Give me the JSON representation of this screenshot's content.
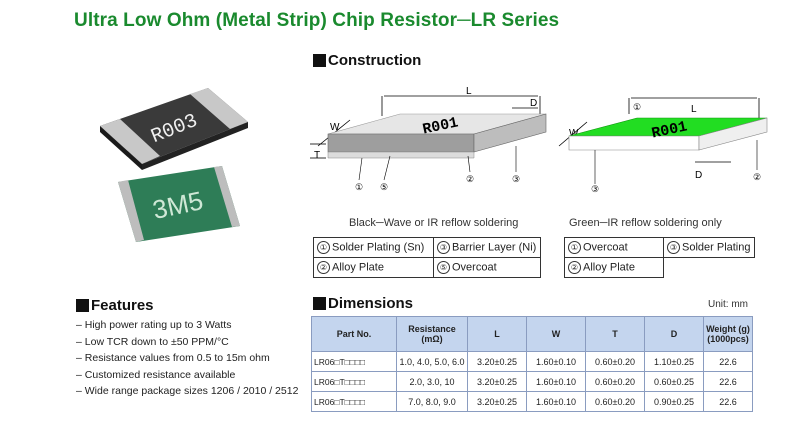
{
  "title": "Ultra Low Ohm (Metal Strip) Chip Resistor─LR Series",
  "construction": {
    "heading": "Construction",
    "diagram_labels": {
      "L": "L",
      "D": "D",
      "W": "W",
      "T": "T"
    },
    "black_caption": "Black─Wave or IR reflow soldering",
    "green_caption": "Green─IR reflow soldering only",
    "black_marking": "R001",
    "green_marking": "R001",
    "black_legend": [
      {
        "num": "①",
        "label": "Solder Plating (Sn)"
      },
      {
        "num": "③",
        "label": "Barrier Layer (Ni)"
      },
      {
        "num": "②",
        "label": "Alloy Plate"
      },
      {
        "num": "⑤",
        "label": "Overcoat"
      }
    ],
    "green_legend": [
      {
        "num": "①",
        "label": "Overcoat"
      },
      {
        "num": "③",
        "label": "Solder Plating"
      },
      {
        "num": "②",
        "label": "Alloy Plate"
      }
    ]
  },
  "photos": {
    "black_marking": "R003",
    "green_marking": "3M5"
  },
  "features": {
    "heading": "Features",
    "items": [
      "High power rating up to 3 Watts",
      "Low TCR down to ±50 PPM/°C",
      "Resistance values from 0.5 to 15m ohm",
      "Customized resistance available",
      "Wide range package sizes 1206 / 2010 / 2512"
    ]
  },
  "dimensions": {
    "heading": "Dimensions",
    "unit": "Unit: mm",
    "headers": [
      "Part No.",
      "Resistance (mΩ)",
      "L",
      "W",
      "T",
      "D",
      "Weight (g) (1000pcs)"
    ],
    "rows": [
      [
        "LR06□T□□□□",
        "1.0, 4.0, 5.0, 6.0",
        "3.20±0.25",
        "1.60±0.10",
        "0.60±0.20",
        "1.10±0.25",
        "22.6"
      ],
      [
        "LR06□T□□□□",
        "2.0, 3.0, 10",
        "3.20±0.25",
        "1.60±0.10",
        "0.60±0.20",
        "0.60±0.25",
        "22.6"
      ],
      [
        "LR06□T□□□□",
        "7.0, 8.0, 9.0",
        "3.20±0.25",
        "1.60±0.10",
        "0.60±0.20",
        "0.90±0.25",
        "22.6"
      ]
    ]
  },
  "colors": {
    "title_green": "#1a8a2e",
    "table_header": "#c4d5ee",
    "overcoat_green": "#22dd22"
  }
}
